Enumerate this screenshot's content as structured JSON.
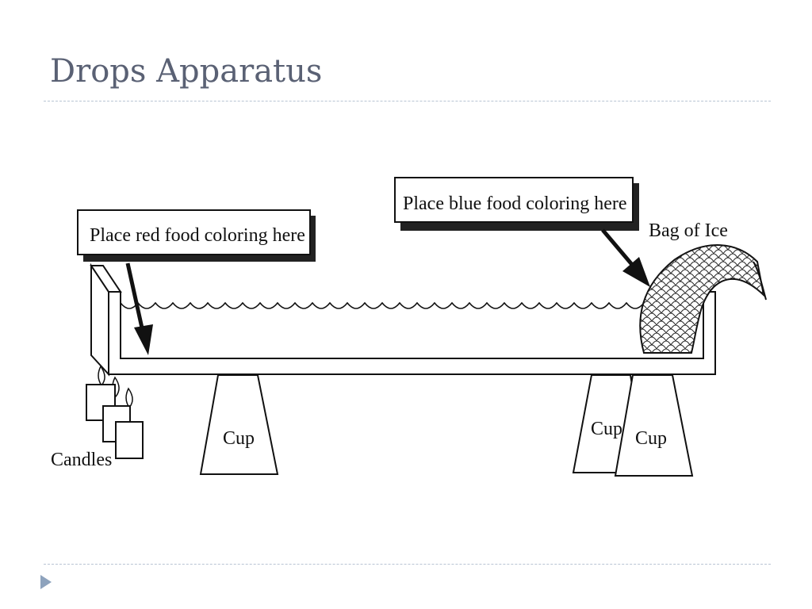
{
  "slide": {
    "title": "Drops Apparatus"
  },
  "diagram": {
    "labels": {
      "red_callout": "Place red food coloring here",
      "blue_callout": "Place blue food coloring here",
      "bag_of_ice": "Bag of Ice",
      "candles": "Candles",
      "cup_left": "Cup",
      "cup_right_back": "Cup",
      "cup_right_front": "Cup"
    }
  }
}
